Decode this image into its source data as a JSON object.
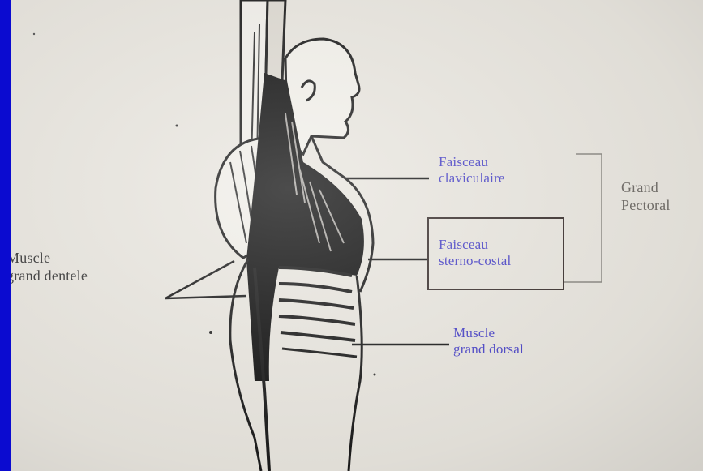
{
  "labels": {
    "faisceau_claviculaire": [
      "Faisceau",
      "claviculaire"
    ],
    "faisceau_sterno_costal": [
      "Faisceau",
      "sterno-costal"
    ],
    "grand_dorsal": [
      "Muscle",
      "grand dorsal"
    ],
    "grand_pectoral": [
      "Grand",
      "Pectoral"
    ],
    "grand_dentele": [
      "Muscle",
      "grand dentele"
    ]
  },
  "colors": {
    "background": "#0b0bd0",
    "paper": "#e9e6df",
    "label_blue": "#4b45c8",
    "label_grey": "#6f6b66",
    "ink": "#141414"
  }
}
